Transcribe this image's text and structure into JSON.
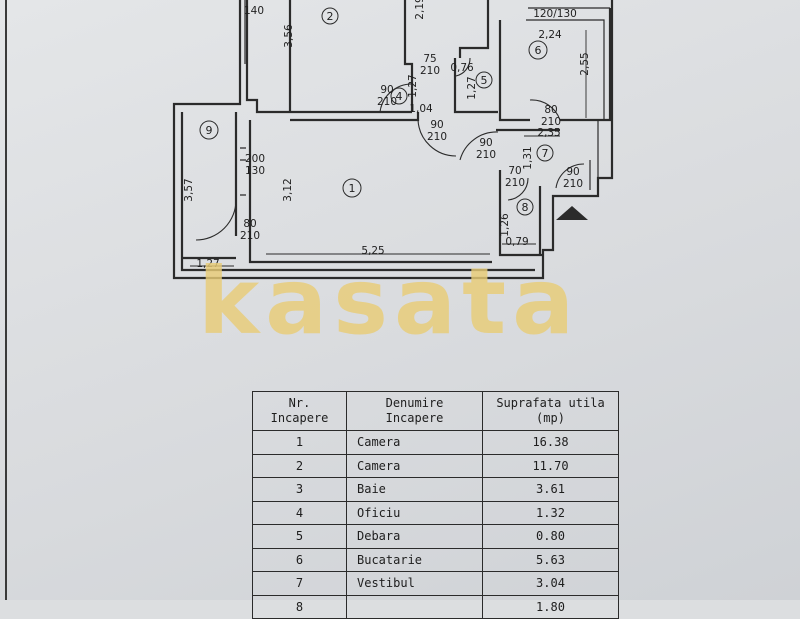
{
  "plan": {
    "rooms": [
      {
        "number": "1"
      },
      {
        "number": "2"
      },
      {
        "number": "4"
      },
      {
        "number": "5"
      },
      {
        "number": "6"
      },
      {
        "number": "7"
      },
      {
        "number": "8"
      },
      {
        "number": "9"
      }
    ],
    "labels": [
      "140",
      "3,56",
      "2,19",
      "75\n210",
      "0,76",
      "1,27",
      "90\n210",
      "1,27",
      "1,04",
      "90\n210",
      "120/130",
      "2,24",
      "2,55",
      "80\n210",
      "2,35",
      "90\n210",
      "1,31",
      "70\n210",
      "90\n210",
      "3,57",
      "200\n130",
      "3,12",
      "80\n210",
      "1,26",
      "0,79",
      "1,27",
      "5,25"
    ]
  },
  "watermark": "kasata",
  "table": {
    "headers": [
      "Nr.\nIncapere",
      "Denumire\nIncapere",
      "Suprafata utila\n(mp)"
    ],
    "rows": [
      {
        "nr": "1",
        "name": "Camera",
        "area": "16.38"
      },
      {
        "nr": "2",
        "name": "Camera",
        "area": "11.70"
      },
      {
        "nr": "3",
        "name": "Baie",
        "area": "3.61"
      },
      {
        "nr": "4",
        "name": "Oficiu",
        "area": "1.32"
      },
      {
        "nr": "5",
        "name": "Debara",
        "area": "0.80"
      },
      {
        "nr": "6",
        "name": "Bucatarie",
        "area": "5.63"
      },
      {
        "nr": "7",
        "name": "Vestibul",
        "area": "3.04"
      },
      {
        "nr": "8",
        "name": "",
        "area": "1.80"
      }
    ]
  }
}
